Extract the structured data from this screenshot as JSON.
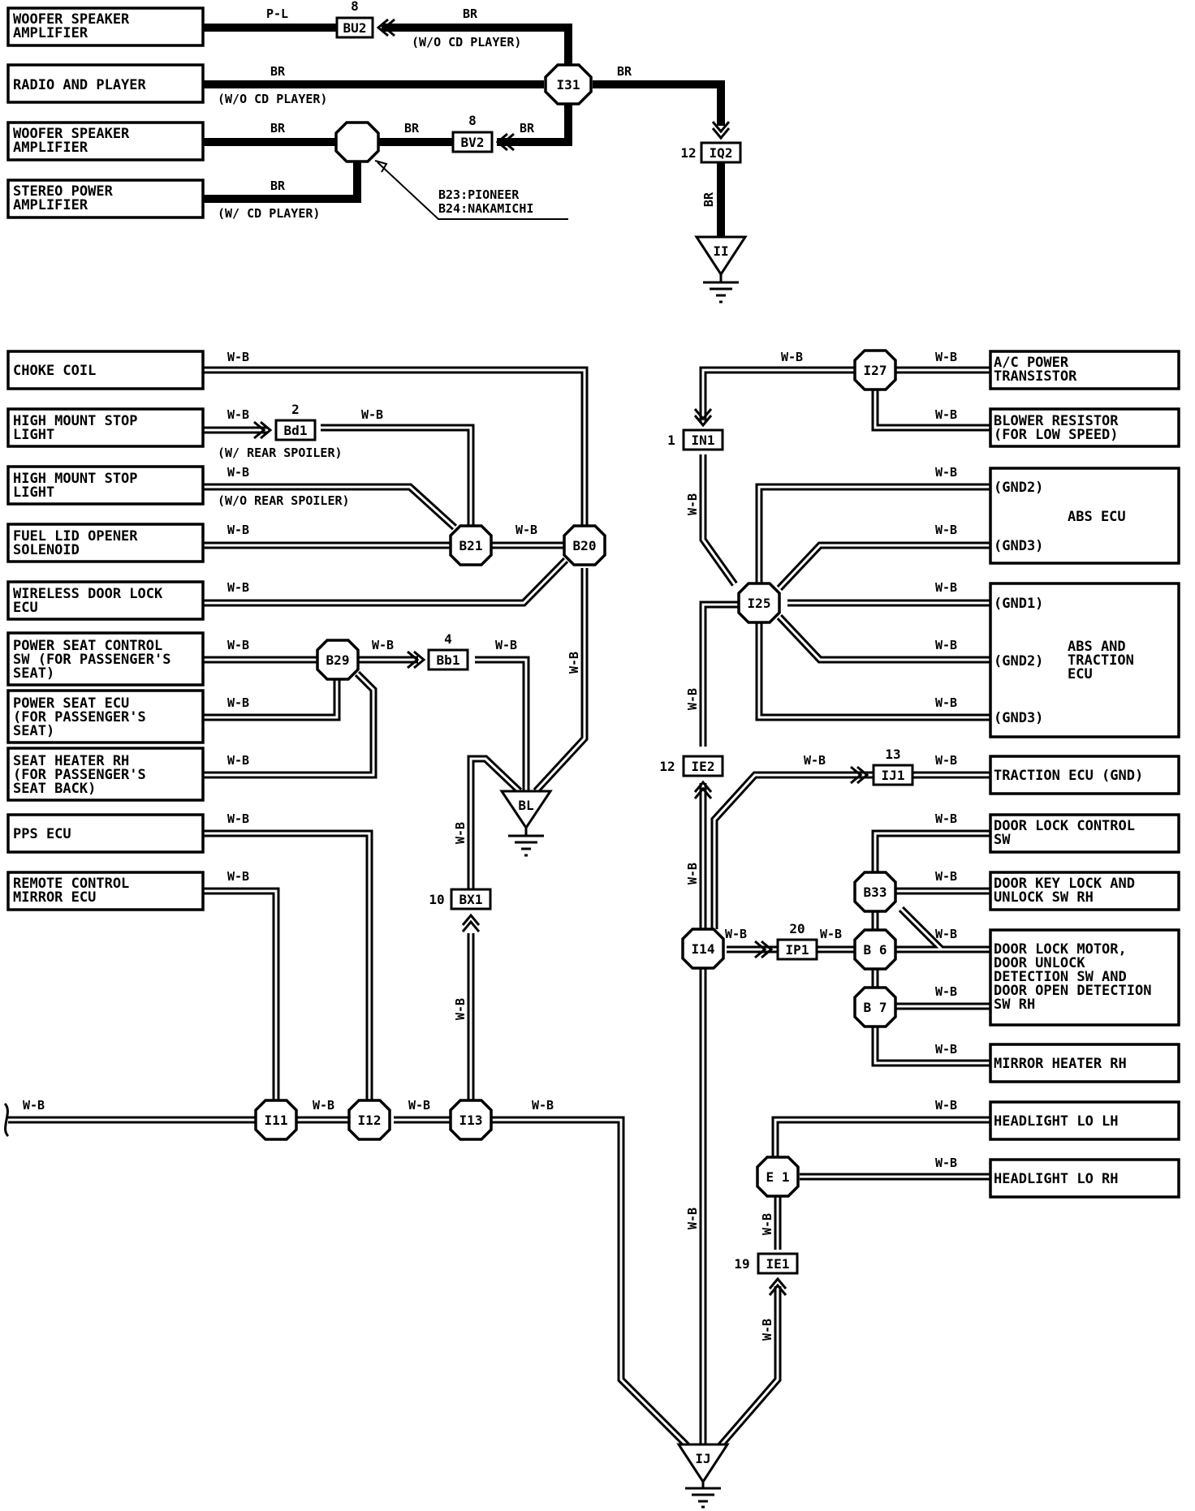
{
  "components": [
    {
      "id": "woofer1",
      "lines": [
        "WOOFER SPEAKER",
        "AMPLIFIER"
      ]
    },
    {
      "id": "radio",
      "lines": [
        "RADIO AND PLAYER"
      ]
    },
    {
      "id": "woofer2",
      "lines": [
        "WOOFER SPEAKER",
        "AMPLIFIER"
      ]
    },
    {
      "id": "stereo",
      "lines": [
        "STEREO POWER",
        "AMPLIFIER"
      ]
    },
    {
      "id": "choke",
      "lines": [
        "CHOKE COIL"
      ]
    },
    {
      "id": "hms1",
      "lines": [
        "HIGH MOUNT STOP",
        "LIGHT"
      ]
    },
    {
      "id": "hms2",
      "lines": [
        "HIGH MOUNT STOP",
        "LIGHT"
      ]
    },
    {
      "id": "fuel",
      "lines": [
        "FUEL LID OPENER",
        "SOLENOID"
      ]
    },
    {
      "id": "wireless",
      "lines": [
        "WIRELESS DOOR LOCK",
        "ECU"
      ]
    },
    {
      "id": "pscsw",
      "lines": [
        "POWER SEAT CONTROL",
        "SW (FOR PASSENGER'S",
        "SEAT)"
      ]
    },
    {
      "id": "psecu",
      "lines": [
        "POWER SEAT ECU",
        "(FOR PASSENGER'S",
        " SEAT)"
      ]
    },
    {
      "id": "seatheater",
      "lines": [
        "SEAT HEATER RH",
        "(FOR PASSENGER'S",
        " SEAT BACK)"
      ]
    },
    {
      "id": "pps",
      "lines": [
        "PPS ECU"
      ]
    },
    {
      "id": "remote",
      "lines": [
        "REMOTE CONTROL",
        "MIRROR ECU"
      ]
    },
    {
      "id": "ac",
      "lines": [
        "A/C POWER",
        "TRANSISTOR"
      ]
    },
    {
      "id": "blower",
      "lines": [
        "BLOWER RESISTOR",
        "(FOR LOW SPEED)"
      ]
    },
    {
      "id": "absecu",
      "lines": [
        "(GND2)",
        "ABS ECU",
        "(GND3)"
      ]
    },
    {
      "id": "abstrac",
      "lines": [
        "(GND1)",
        "(GND2)",
        "(GND3)",
        "ABS AND",
        "TRACTION",
        "ECU"
      ]
    },
    {
      "id": "traction",
      "lines": [
        "TRACTION ECU (GND)"
      ]
    },
    {
      "id": "doorctl",
      "lines": [
        "DOOR LOCK CONTROL",
        "SW"
      ]
    },
    {
      "id": "doorkey",
      "lines": [
        "DOOR KEY LOCK AND",
        "UNLOCK SW RH"
      ]
    },
    {
      "id": "doormotor",
      "lines": [
        "DOOR LOCK MOTOR,",
        "DOOR UNLOCK",
        "DETECTION SW AND",
        "DOOR OPEN DETECTION",
        "SW RH"
      ]
    },
    {
      "id": "mirrorheat",
      "lines": [
        "MIRROR HEATER RH"
      ]
    },
    {
      "id": "hlolh",
      "lines": [
        "HEADLIGHT LO LH"
      ]
    },
    {
      "id": "hlorh",
      "lines": [
        "HEADLIGHT LO RH"
      ]
    }
  ],
  "wire_labels": {
    "pl": "P-L",
    "br": "BR",
    "wb": "W-B"
  },
  "notes": {
    "wo_cd": "(W/O CD PLAYER)",
    "w_cd": "(W/ CD PLAYER)",
    "pioneer": "B23:PIONEER",
    "nakamichi": "B24:NAKAMICHI",
    "w_spoiler": "(W/ REAR SPOILER)",
    "wo_spoiler": "(W/O REAR SPOILER)"
  },
  "nodes": {
    "I31": "I31",
    "B21": "B21",
    "B20": "B20",
    "B29": "B29",
    "I27": "I27",
    "I25": "I25",
    "I14": "I14",
    "B33": "B33",
    "B6": "B 6",
    "B7": "B 7",
    "E1": "E 1",
    "I11": "I11",
    "I12": "I12",
    "I13": "I13"
  },
  "connectors": {
    "BU2": {
      "name": "BU2",
      "pin": "8"
    },
    "BV2": {
      "name": "BV2",
      "pin": "8"
    },
    "IQ2": {
      "name": "IQ2",
      "pin": "12"
    },
    "Bd1": {
      "name": "Bd1",
      "pin": "2"
    },
    "Bb1": {
      "name": "Bb1",
      "pin": "4"
    },
    "BX1": {
      "name": "BX1",
      "pin": "10"
    },
    "IN1": {
      "name": "IN1",
      "pin": "1"
    },
    "IE2": {
      "name": "IE2",
      "pin": "12"
    },
    "IJ1": {
      "name": "IJ1",
      "pin": "13"
    },
    "IP1": {
      "name": "IP1",
      "pin": "20"
    },
    "IE1": {
      "name": "IE1",
      "pin": "19"
    }
  },
  "grounds": {
    "II": "II",
    "BL": "BL",
    "IJ": "IJ"
  }
}
